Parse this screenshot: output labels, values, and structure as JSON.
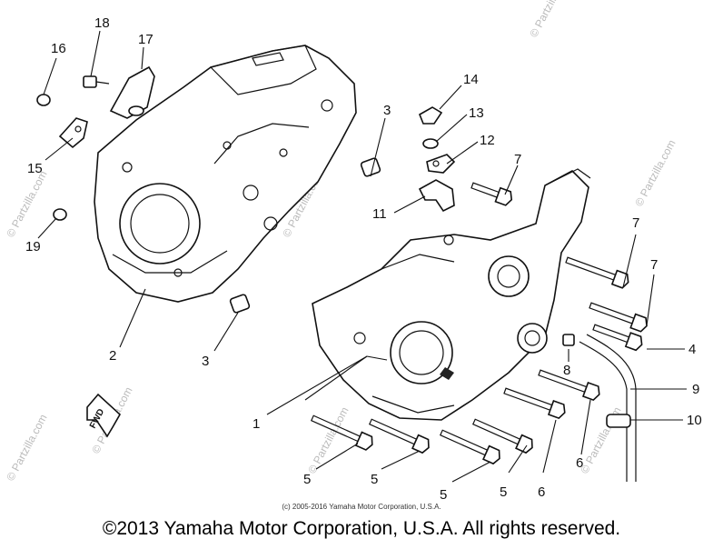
{
  "callouts": [
    "1",
    "2",
    "3",
    "3",
    "4",
    "5",
    "5",
    "5",
    "5",
    "6",
    "6",
    "7",
    "7",
    "7",
    "8",
    "9",
    "10",
    "11",
    "12",
    "13",
    "14",
    "15",
    "16",
    "17",
    "18",
    "19"
  ],
  "fwd_label": "FWD",
  "watermark": "© Partzilla.com",
  "small_copyright": "(c) 2005-2016 Yamaha Motor Corporation, U.S.A.",
  "main_copyright": "©2013 Yamaha Motor Corporation, U.S.A. All rights reserved."
}
